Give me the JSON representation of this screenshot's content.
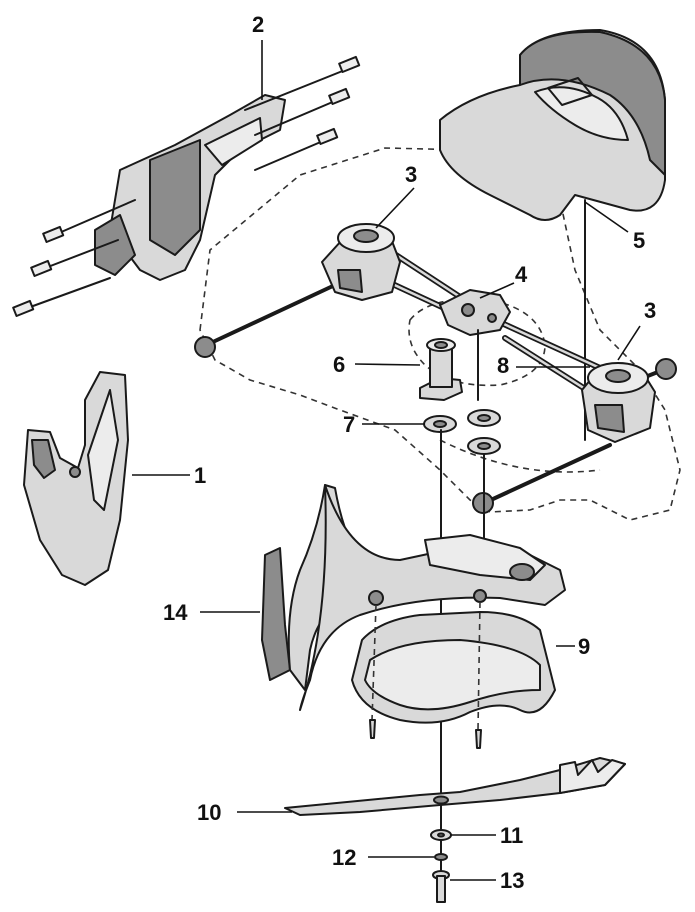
{
  "callouts": [
    {
      "id": "1",
      "label": "1"
    },
    {
      "id": "2",
      "label": "2"
    },
    {
      "id": "3a",
      "label": "3"
    },
    {
      "id": "3b",
      "label": "3"
    },
    {
      "id": "4",
      "label": "4"
    },
    {
      "id": "5",
      "label": "5"
    },
    {
      "id": "6",
      "label": "6"
    },
    {
      "id": "7",
      "label": "7"
    },
    {
      "id": "8",
      "label": "8"
    },
    {
      "id": "9",
      "label": "9"
    },
    {
      "id": "10",
      "label": "10"
    },
    {
      "id": "11",
      "label": "11"
    },
    {
      "id": "12",
      "label": "12"
    },
    {
      "id": "13",
      "label": "13"
    },
    {
      "id": "14",
      "label": "14"
    }
  ],
  "colors": {
    "line": "#1a1a1a",
    "part_fill": "#d9d9d9",
    "part_dark": "#8c8c8c",
    "background": "#ffffff"
  }
}
